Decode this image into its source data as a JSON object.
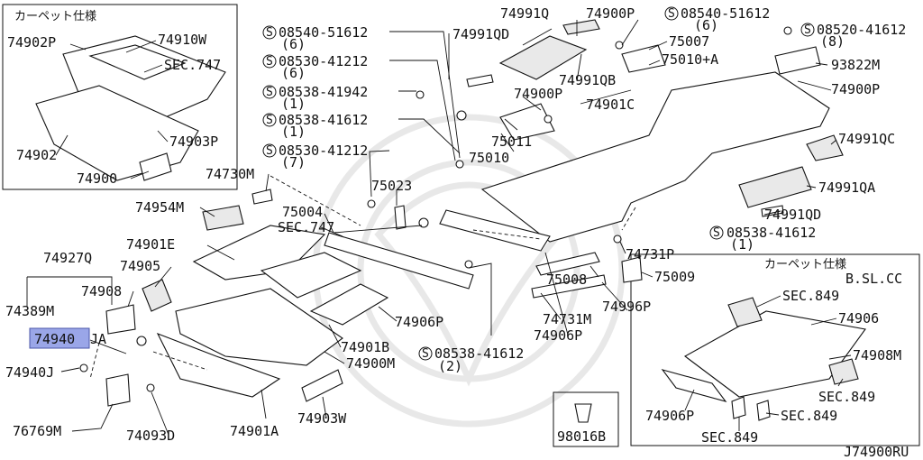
{
  "labels": {
    "carpet_spec_top": "カーペット仕様",
    "carpet_spec_bottom": "カーペット仕様",
    "bslcc": "B.SL.CC",
    "p74902P": "74902P",
    "p74910W": "74910W",
    "sec747_inset": "SEC.747",
    "p74903P": "74903P",
    "p74902": "74902",
    "p74900": "74900",
    "sec849_a": "SEC.849",
    "p74906": "74906",
    "p74908M": "74908M",
    "sec849_b": "SEC.849",
    "p74906P_inset": "74906P",
    "sec849_c": "SEC.849",
    "sec849_d": "SEC.849",
    "s08540_51612": "08540-51612",
    "q6a": "(6)",
    "s08530_41212_a": "08530-41212",
    "q6b": "(6)",
    "s08538_41942": "08538-41942",
    "q1a": "(1)",
    "s08538_41612_a": "08538-41612",
    "q1b": "(1)",
    "s08530_41212_b": "08530-41212",
    "q7": "(7)",
    "p74991Q": "74991Q",
    "p74991QD_top": "74991QD",
    "p74900P_top": "74900P",
    "s08540_51612_b": "08540-51612",
    "q6c": "(6)",
    "p75007": "75007",
    "p75010A": "75010+A",
    "p74991QB": "74991QB",
    "p74900P_mid": "74900P",
    "p74901C": "74901C",
    "p75011": "75011",
    "p75010": "75010",
    "s08520_41612": "08520-41612",
    "q8": "(8)",
    "p93822M": "93822M",
    "p74900P_right": "74900P",
    "p74991QC": "74991QC",
    "p74991QA": "74991QA",
    "p74991QD": "74991QD",
    "s08538_41612_c": "08538-41612",
    "q1c": "(1)",
    "p74731P": "74731P",
    "p75008": "75008",
    "p75009": "75009",
    "p74996P": "74996P",
    "p74731M": "74731M",
    "p74906P_right": "74906P",
    "p75023": "75023",
    "p74730M": "74730M",
    "p75004": "75004",
    "sec747": "SEC.747",
    "p74954M": "74954M",
    "p74901E": "74901E",
    "p74927Q": "74927Q",
    "p74905": "74905",
    "p74908": "74908",
    "p74389M": "74389M",
    "p74940": "74940",
    "ja": "JA",
    "p74940J": "74940J",
    "p76769M": "76769M",
    "p74093D": "74093D",
    "p74901A": "74901A",
    "p74903W": "74903W",
    "p74900M": "74900M",
    "p74901B": "74901B",
    "p74906P": "74906P",
    "s08538_41612_b": "08538-41612",
    "q2": "(2)",
    "p98016B": "98016B",
    "diagram_code": "J74900RU"
  },
  "colors": {
    "background": "#ffffff",
    "line": "#111111",
    "highlight": "#9aa6e8"
  }
}
